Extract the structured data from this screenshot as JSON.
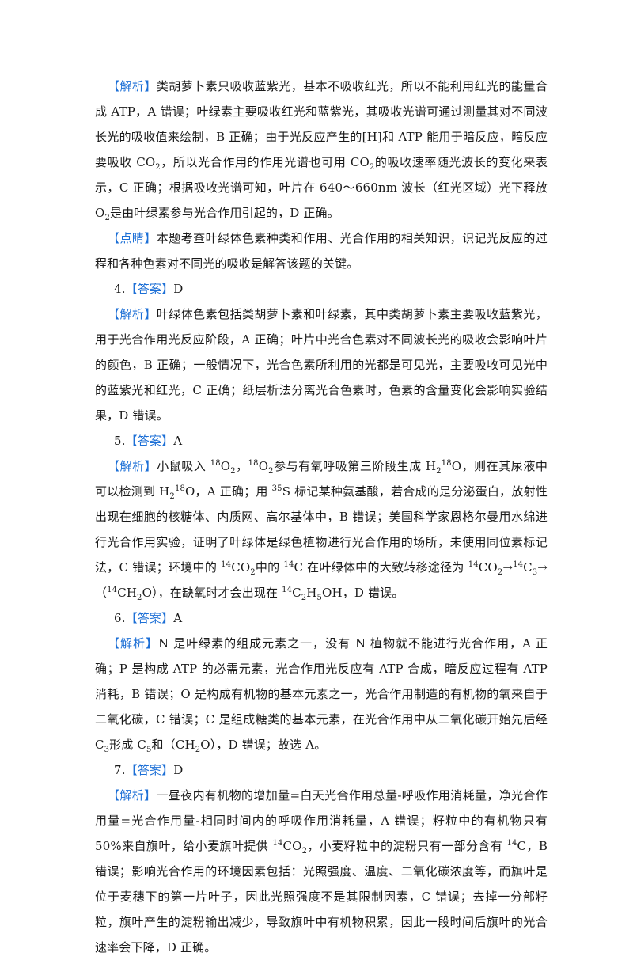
{
  "lbl": {
    "jiexi": "【解析】",
    "dianjing": "【点睛】",
    "daan": "【答案】"
  },
  "p1": {
    "t1": "类胡萝卜素只吸收蓝紫光，基本不吸收红光，所以不能利用红光的能量合成 ATP，A 错误；叶绿素主要吸收红光和蓝紫光，其吸收光谱可通过测量其对不同波长光的吸收值来绘制，B 正确；由于光反应产生的[H]和 ATP 能用于暗反应，暗反应要吸收 CO",
    "s1": "2",
    "t2": "，所以光合作用的作用光谱也可用 CO",
    "s2": "2",
    "t3": "的吸收速率随光波长的变化来表示，C 正确；根据吸收光谱可知，叶片在 640～660nm 波长（红光区域）光下释放 O",
    "s3": "2",
    "t4": "是由叶绿素参与光合作用引起的，D 正确。"
  },
  "p2": {
    "t1": "本题考查叶绿体色素种类和作用、光合作用的相关知识，识记光反应的过程和各种色素对不同光的吸收是解答该题的关键。"
  },
  "q4": {
    "num": "4.",
    "answer": "D"
  },
  "p3": {
    "t1": "叶绿体色素包括类胡萝卜素和叶绿素，其中类胡萝卜素主要吸收蓝紫光，用于光合作用光反应阶段，A 正确；叶片中光合色素对不同波长光的吸收会影响叶片的颜色，B 正确；一般情况下，光合色素所利用的光都是可见光，主要吸收可见光中的蓝紫光和红光，C 正确；纸层析法分离光合色素时，色素的含量变化会影响实验结果，D 错误。"
  },
  "q5": {
    "num": "5.",
    "answer": "A"
  },
  "p4": {
    "t1": "小鼠吸入 ",
    "u1": "18",
    "t2": "O",
    "s1": "2",
    "t3": "，",
    "u2": "18",
    "t4": "O",
    "s2": "2",
    "t5": "参与有氧呼吸第三阶段生成 H",
    "s3": "2",
    "u3": "18",
    "t6": "O，则在其尿液中可以检测到 H",
    "s4": "2",
    "u4": "18",
    "t7": "O，A 正确；用 ",
    "u5": "35",
    "t8": "S 标记某种氨基酸，若合成的是分泌蛋白，放射性出现在细胞的核糖体、内质网、高尔基体中，B 错误；美国科学家恩格尔曼用水绵进行光合作用实验，证明了叶绿体是绿色植物进行光合作用的场所，未使用同位素标记法，C 错误；环境中的 ",
    "u6": "14",
    "t9": "CO",
    "s5": "2",
    "t10": "中的 ",
    "u7": "14",
    "t11": "C 在叶绿体中的大致转移途径为 ",
    "u8": "14",
    "t12": "CO",
    "s6": "2",
    "t13": "→",
    "u9": "14",
    "t14": "C",
    "s7": "3",
    "t15": "→（",
    "u10": "14",
    "t16": "CH",
    "s8": "2",
    "t17": "O），在缺氧时才会出现在 ",
    "u11": "14",
    "t18": "C",
    "s9": "2",
    "t19": "H",
    "s10": "5",
    "t20": "OH，D 错误。"
  },
  "q6": {
    "num": "6.",
    "answer": "A"
  },
  "p5": {
    "t1": "N 是叶绿素的组成元素之一，没有 N 植物就不能进行光合作用，A 正确；P 是构成 ATP 的必需元素，光合作用光反应有 ATP 合成，暗反应过程有 ATP 消耗，B 错误；O 是构成有机物的基本元素之一，光合作用制造的有机物的氧来自于二氧化碳，C 错误；C 是组成糖类的基本元素，在光合作用中从二氧化碳开始先后经 C",
    "s1": "3",
    "t2": "形成 C",
    "s2": "5",
    "t3": "和（CH",
    "s3": "2",
    "t4": "O），D 错误；故选 A。"
  },
  "q7": {
    "num": "7.",
    "answer": "D"
  },
  "p6": {
    "t1": "一昼夜内有机物的增加量=白天光合作用总量-呼吸作用消耗量，净光合作用量=光合作用量-相同时间内的呼吸作用消耗量，A 错误；籽粒中的有机物只有 50%来自旗叶，给小麦旗叶提供 ",
    "u1": "14",
    "t2": "CO",
    "s1": "2",
    "t3": "，小麦籽粒中的淀粉只有一部分含有 ",
    "u2": "14",
    "t4": "C，B 错误；影响光合作用的环境因素包括：光照强度、温度、二氧化碳浓度等，而旗叶是位于麦穗下的第一片叶子，因此光照强度不是其限制因素，C 错误；去掉一分部籽粒，旗叶产生的淀粉输出减少，导致旗叶中有机物积累，因此一段时间后旗叶的光合速率会下降，D 正确。"
  }
}
